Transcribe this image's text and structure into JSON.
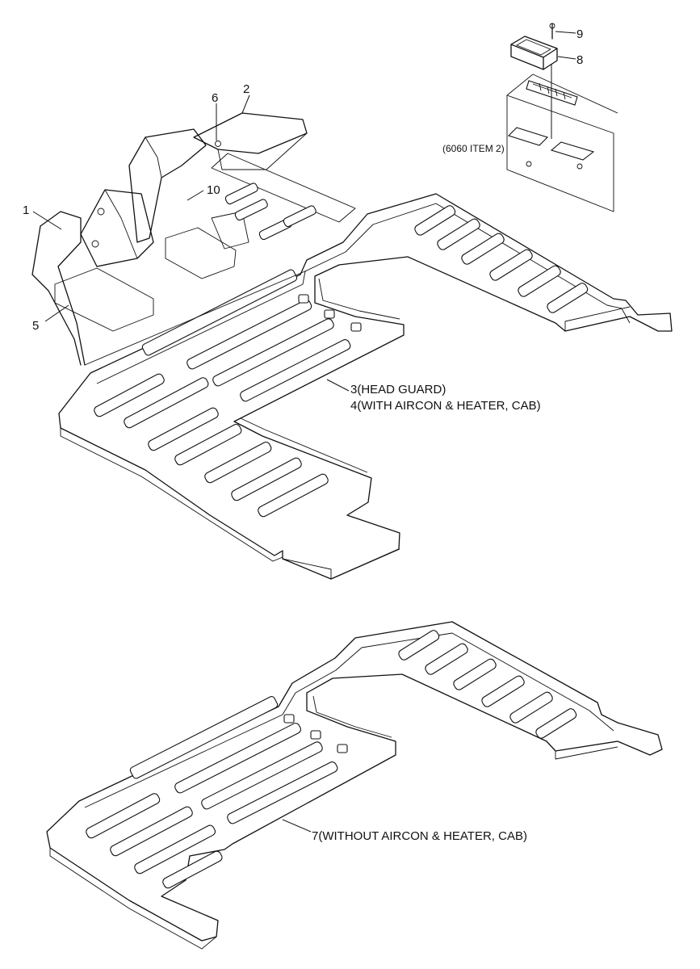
{
  "callouts": {
    "c1": "1",
    "c2": "2",
    "c3": "3(HEAD GUARD)",
    "c4": "4(WITH AIRCON & HEATER, CAB)",
    "c5": "5",
    "c6": "6",
    "c7": "7(WITHOUT AIRCON & HEATER, CAB)",
    "c8": "8",
    "c9": "9",
    "c10": "10",
    "ref": "(6060 ITEM 2)"
  }
}
